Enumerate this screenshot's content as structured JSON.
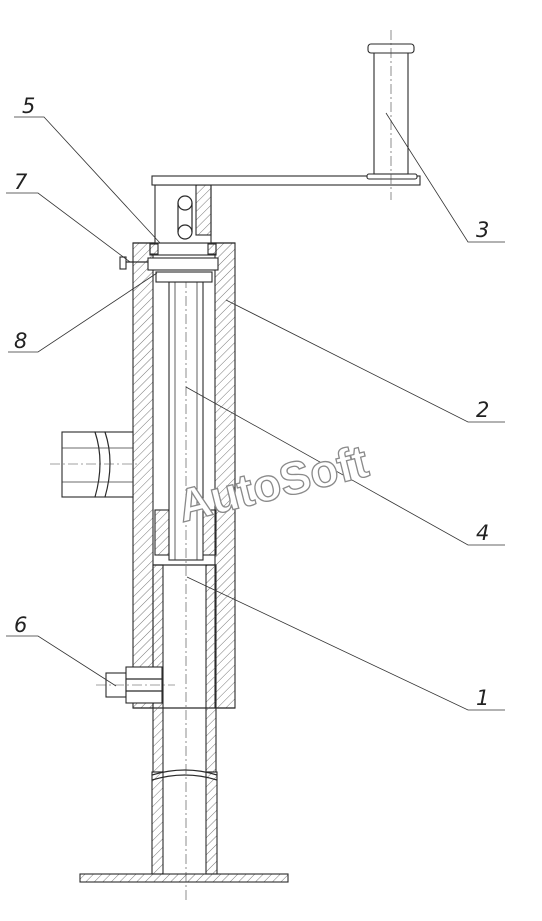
{
  "callouts": [
    {
      "id": "label-5",
      "text": "5"
    },
    {
      "id": "label-7",
      "text": "7"
    },
    {
      "id": "label-8",
      "text": "8"
    },
    {
      "id": "label-3",
      "text": "3"
    },
    {
      "id": "label-2",
      "text": "2"
    },
    {
      "id": "label-4",
      "text": "4"
    },
    {
      "id": "label-6",
      "text": "6"
    },
    {
      "id": "label-1",
      "text": "1"
    }
  ],
  "watermark": "AutoSoft"
}
